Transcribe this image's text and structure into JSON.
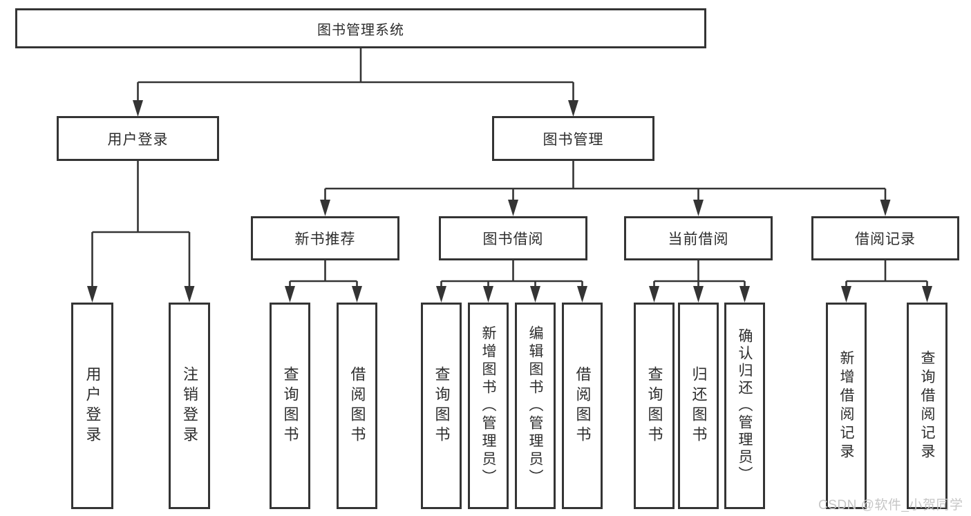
{
  "colors": {
    "line": "#343434",
    "text": "#2d2d2d",
    "background": "#ffffff",
    "watermark_color": "#c6c6c6"
  },
  "watermark": {
    "text": "CSDN @软件_小贺同学"
  },
  "tree": {
    "root": {
      "label": "图书管理系统"
    },
    "branches": [
      {
        "label": "用户登录",
        "children": [
          {
            "label": "用户登录"
          },
          {
            "label": "注销登录"
          }
        ]
      },
      {
        "label": "图书管理",
        "children": [
          {
            "label": "新书推荐",
            "children": [
              {
                "label": "查询图书"
              },
              {
                "label": "借阅图书"
              }
            ]
          },
          {
            "label": "图书借阅",
            "children": [
              {
                "label": "查询图书"
              },
              {
                "label": "新增图书（管理员）"
              },
              {
                "label": "编辑图书（管理员）"
              },
              {
                "label": "借阅图书"
              }
            ]
          },
          {
            "label": "当前借阅",
            "children": [
              {
                "label": "查询图书"
              },
              {
                "label": "归还图书"
              },
              {
                "label": "确认归还（管理员）"
              }
            ]
          },
          {
            "label": "借阅记录",
            "children": [
              {
                "label": "新增借阅记录"
              },
              {
                "label": "查询借阅记录"
              }
            ]
          }
        ]
      }
    ]
  }
}
